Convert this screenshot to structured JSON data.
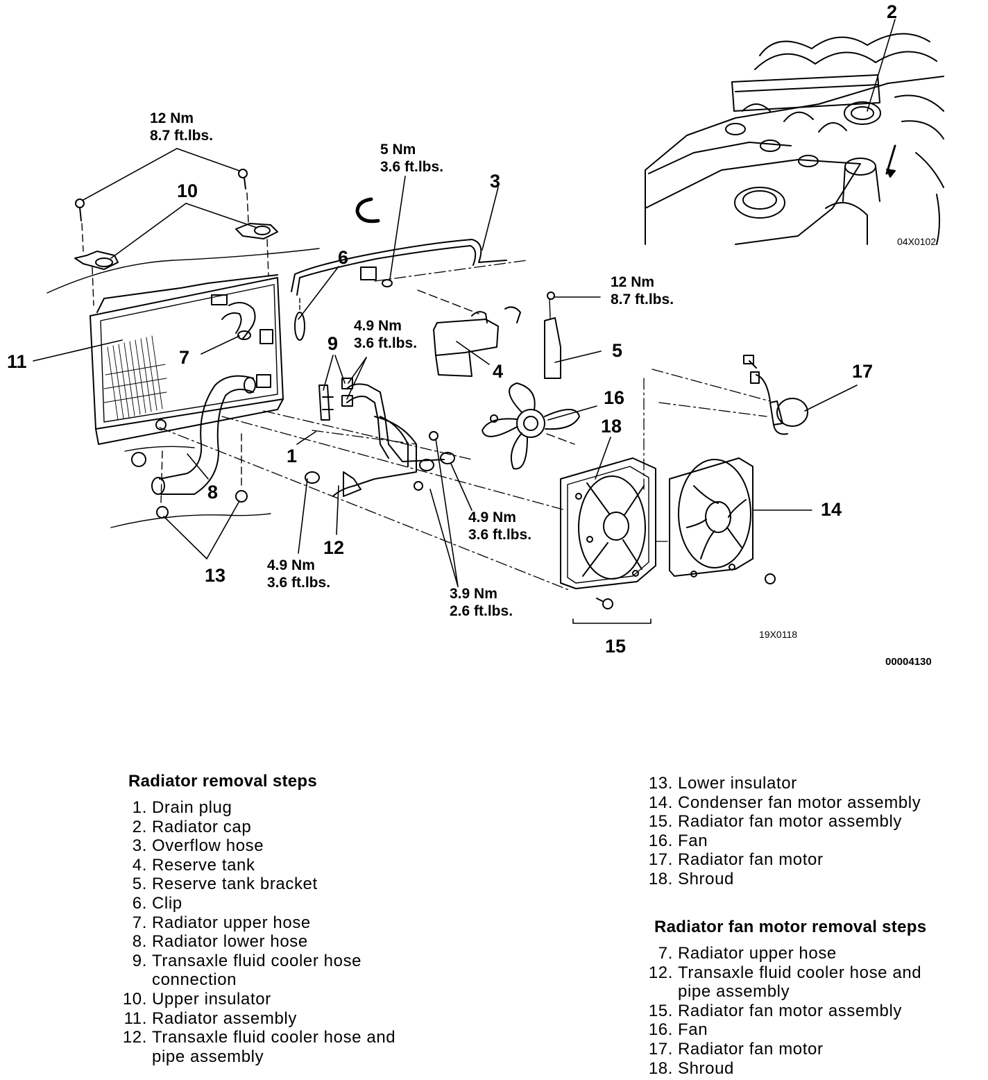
{
  "diagram": {
    "image_codes": {
      "engine_inset": "04X0102",
      "main": "19X0118",
      "figure": "00004130"
    },
    "callouts": [
      "1",
      "2",
      "3",
      "4",
      "5",
      "6",
      "7",
      "8",
      "9",
      "10",
      "11",
      "12",
      "13",
      "14",
      "15",
      "16",
      "17",
      "18"
    ],
    "torques": [
      {
        "nm": "12 Nm",
        "ftlb": "8.7 ft.lbs."
      },
      {
        "nm": "5 Nm",
        "ftlb": "3.6 ft.lbs."
      },
      {
        "nm": "12 Nm",
        "ftlb": "8.7  ft.lbs."
      },
      {
        "nm": "4.9 Nm",
        "ftlb": "3.6 ft.lbs."
      },
      {
        "nm": "4.9 Nm",
        "ftlb": "3.6 ft.lbs."
      },
      {
        "nm": "4.9 Nm",
        "ftlb": "3.6 ft.lbs."
      },
      {
        "nm": "3.9 Nm",
        "ftlb": "2.6 ft.lbs."
      }
    ]
  },
  "radiator_removal": {
    "title": "Radiator removal steps",
    "steps": [
      {
        "num": "1.",
        "text": "Drain plug"
      },
      {
        "num": "2.",
        "text": "Radiator cap"
      },
      {
        "num": "3.",
        "text": "Overflow hose"
      },
      {
        "num": "4.",
        "text": "Reserve tank"
      },
      {
        "num": "5.",
        "text": "Reserve tank bracket"
      },
      {
        "num": "6.",
        "text": "Clip"
      },
      {
        "num": "7.",
        "text": "Radiator upper hose"
      },
      {
        "num": "8.",
        "text": "Radiator lower hose"
      },
      {
        "num": "9.",
        "text": "Transaxle fluid cooler hose",
        "cont": "connection"
      },
      {
        "num": "10.",
        "text": "Upper insulator"
      },
      {
        "num": "11.",
        "text": "Radiator assembly"
      },
      {
        "num": "12.",
        "text": "Transaxle fluid cooler hose and",
        "cont": "pipe assembly"
      },
      {
        "num": "13.",
        "text": "Lower insulator"
      },
      {
        "num": "14.",
        "text": "Condenser fan motor assembly"
      },
      {
        "num": "15.",
        "text": "Radiator fan motor assembly"
      },
      {
        "num": "16.",
        "text": "Fan"
      },
      {
        "num": "17.",
        "text": "Radiator fan motor"
      },
      {
        "num": "18.",
        "text": "Shroud"
      }
    ]
  },
  "fan_motor_removal": {
    "title": "Radiator fan motor removal steps",
    "steps": [
      {
        "num": "7.",
        "text": "Radiator upper hose"
      },
      {
        "num": "12.",
        "text": "Transaxle fluid cooler hose and",
        "cont": "pipe assembly"
      },
      {
        "num": "15.",
        "text": "Radiator fan motor assembly"
      },
      {
        "num": "16.",
        "text": "Fan"
      },
      {
        "num": "17.",
        "text": "Radiator fan motor"
      },
      {
        "num": "18.",
        "text": "Shroud"
      }
    ]
  }
}
